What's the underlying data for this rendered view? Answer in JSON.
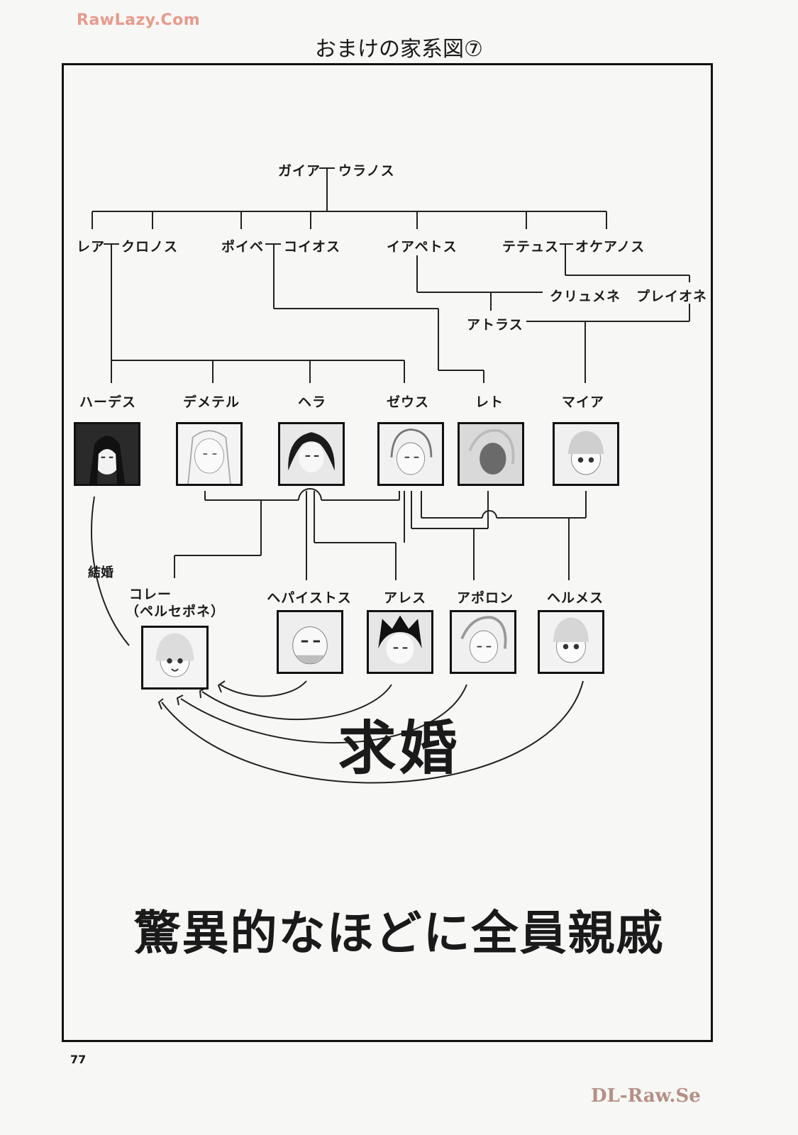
{
  "watermark_top": "RawLazy.Com",
  "watermark_bottom": "DL-Raw.Se",
  "title": "おまけの家系図⑦",
  "page_number": "77",
  "gen1": {
    "left": "ガイア",
    "right": "ウラノス"
  },
  "gen2": {
    "rhea": "レア",
    "kronos": "クロノス",
    "phoebe": "ポイベ",
    "koios": "コイオス",
    "iapetos": "イアペトス",
    "tethys": "テテュス",
    "okeanos": "オケアノス"
  },
  "gen3": {
    "klymene": "クリュメネ",
    "pleione": "プレイオネ",
    "atlas": "アトラス"
  },
  "gods": {
    "hades": "ハーデス",
    "demeter": "デメテル",
    "hera": "ヘラ",
    "zeus": "ゼウス",
    "leto": "レト",
    "maia": "マイア"
  },
  "children": {
    "kore": "コレー",
    "kore_alt": "（ペルセポネ）",
    "hephaistos": "ヘパイストス",
    "ares": "アレス",
    "apollon": "アポロン",
    "hermes": "ヘルメス"
  },
  "marriage_label": "結婚",
  "proposal_label": "求婚",
  "caption": "驚異的なほどに全員親戚"
}
